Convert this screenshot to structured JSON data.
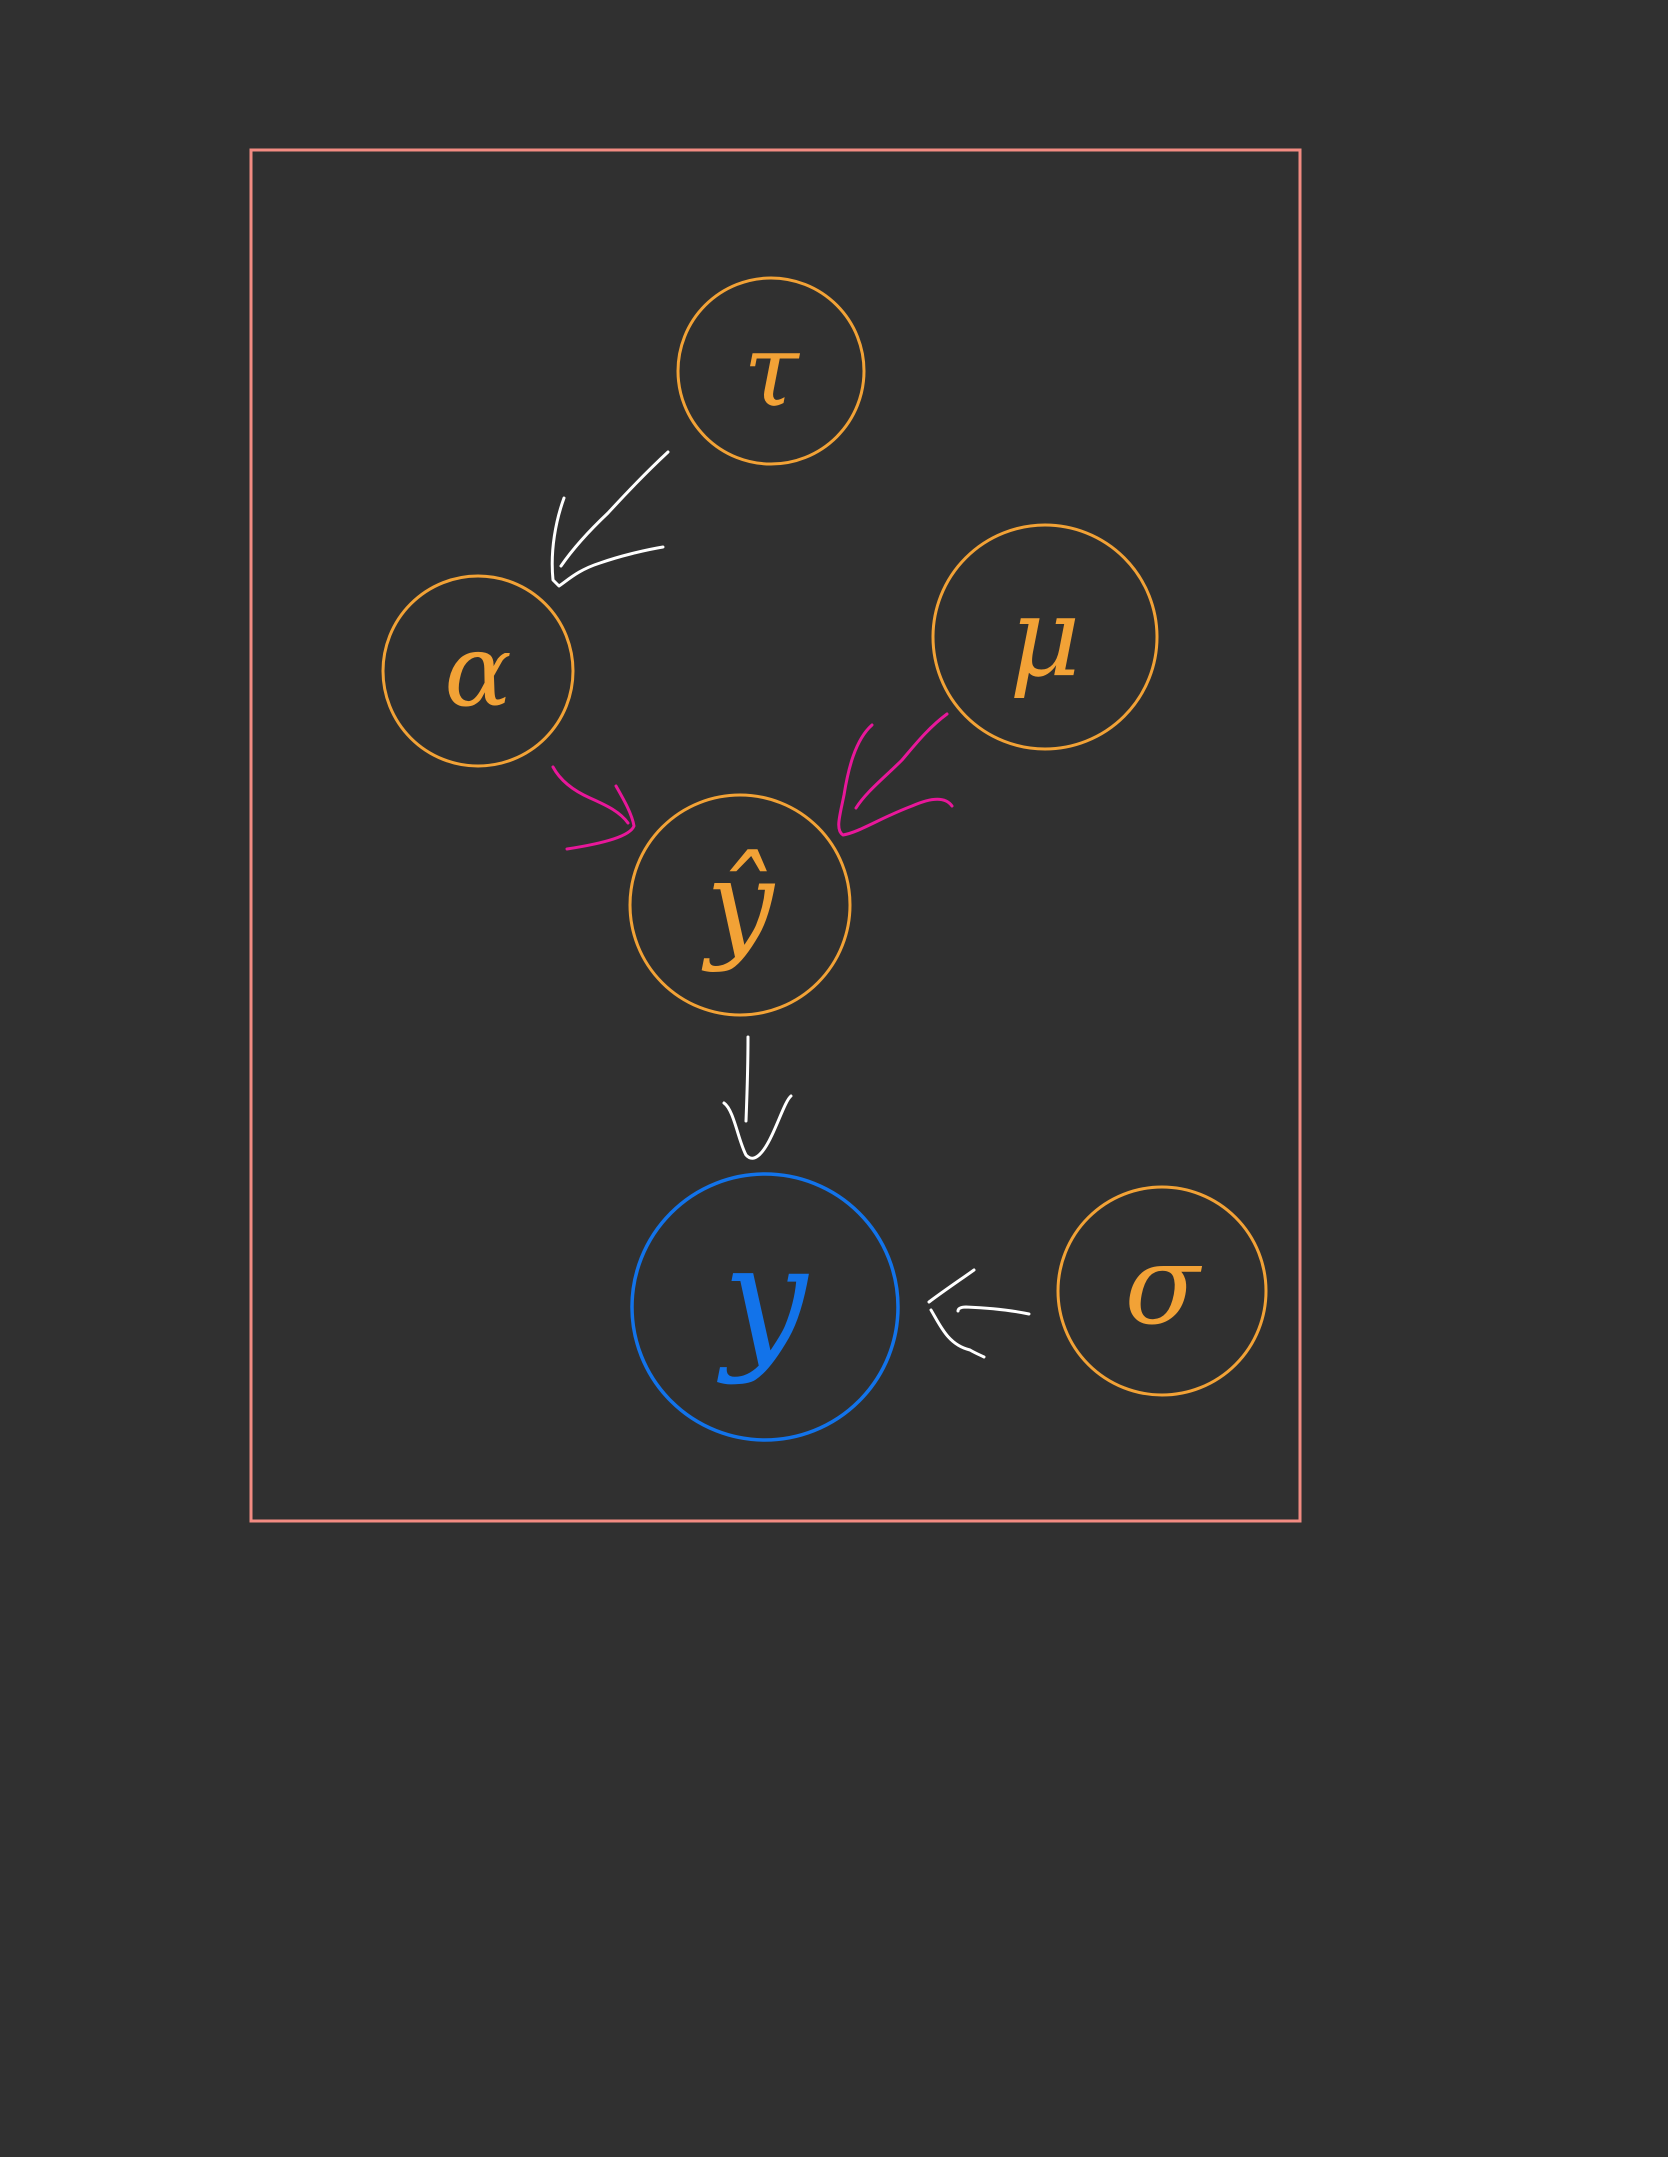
{
  "diagram": {
    "background_color": "#303030",
    "frame_color": "#f28b82",
    "node_color": "#f2a236",
    "observed_color": "#1273ea",
    "arrow_color": "#ffffff",
    "highlight_arrow_color": "#e8179a",
    "nodes": [
      {
        "id": "tau",
        "label": "τ",
        "observed": false
      },
      {
        "id": "alpha",
        "label": "α",
        "observed": false
      },
      {
        "id": "mu",
        "label": "μ",
        "observed": false
      },
      {
        "id": "y_hat",
        "label": "ŷ",
        "observed": false
      },
      {
        "id": "y",
        "label": "y",
        "observed": true
      },
      {
        "id": "sigma",
        "label": "σ",
        "observed": false
      }
    ],
    "edges": [
      {
        "from": "tau",
        "to": "alpha",
        "highlight": false
      },
      {
        "from": "alpha",
        "to": "y_hat",
        "highlight": true
      },
      {
        "from": "mu",
        "to": "y_hat",
        "highlight": true
      },
      {
        "from": "y_hat",
        "to": "y",
        "highlight": false
      },
      {
        "from": "sigma",
        "to": "y",
        "highlight": false
      }
    ]
  }
}
